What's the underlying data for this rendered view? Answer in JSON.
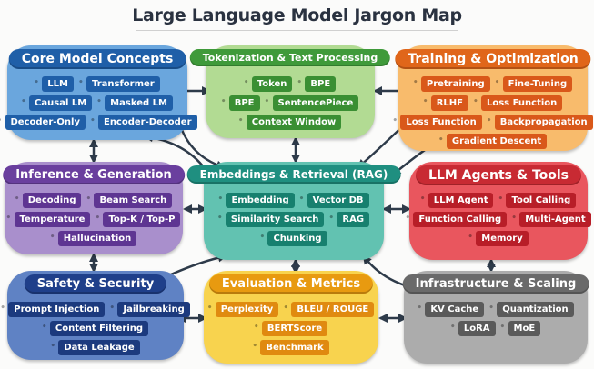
{
  "title": "Large Language Model Jargon Map",
  "clusters": [
    {
      "id": "core",
      "title": "Core Model Concepts",
      "bg": "#6aa6dd",
      "head": "#1f5fa8",
      "chip": "#1f5fa8",
      "rows": [
        [
          "LLM",
          "Transformer"
        ],
        [
          "Causal LM",
          "Masked LM"
        ],
        [
          "Decoder-Only",
          "Encoder-Decoder"
        ]
      ]
    },
    {
      "id": "token",
      "title": "Tokenization & Text Processing",
      "bg": "#b2db93",
      "head": "#3f9a3a",
      "chip": "#3a8f33",
      "rows": [
        [
          "Token",
          "BPE"
        ],
        [
          "BPE",
          "SentencePiece"
        ],
        [
          "Context Window"
        ]
      ]
    },
    {
      "id": "train",
      "title": "Training & Optimization",
      "bg": "#f8bb6c",
      "head": "#e0661a",
      "chip": "#d9581a",
      "rows": [
        [
          "Pretraining",
          "Fine-Tuning"
        ],
        [
          "RLHF",
          "Loss Function"
        ],
        [
          "Loss Function",
          "Backpropagation"
        ],
        [
          "Gradient Descent"
        ]
      ]
    },
    {
      "id": "infer",
      "title": "Inference & Generation",
      "bg": "#a98fcc",
      "head": "#6a3f9e",
      "chip": "#5e3592",
      "rows": [
        [
          "Decoding",
          "Beam Search"
        ],
        [
          "Temperature",
          "Top-K / Top-P"
        ],
        [
          "Hallucination"
        ]
      ]
    },
    {
      "id": "emb",
      "title": "Embeddings & Retrieval (RAG)",
      "bg": "#62c2b1",
      "head": "#1f8f80",
      "chip": "#17806f",
      "rows": [
        [
          "Embedding",
          "Vector DB"
        ],
        [
          "Similarity Search",
          "RAG"
        ],
        [
          "Chunking"
        ]
      ]
    },
    {
      "id": "agent",
      "title": "LLM Agents & Tools",
      "bg": "#e9565e",
      "head": "#c82a33",
      "chip": "#b81e28",
      "rows": [
        [
          "LLM Agent",
          "Tool Calling"
        ],
        [
          "Function Calling",
          "Multi-Agent"
        ],
        [
          "Memory"
        ]
      ]
    },
    {
      "id": "safety",
      "title": "Safety & Security",
      "bg": "#5f82c4",
      "head": "#1f3f8a",
      "chip": "#1c3a7e",
      "rows": [
        [
          "Prompt Injection",
          "Jailbreaking"
        ],
        [
          "Content Filtering"
        ],
        [
          "Data Leakage"
        ]
      ]
    },
    {
      "id": "eval",
      "title": "Evaluation & Metrics",
      "bg": "#f8d34e",
      "head": "#e89a10",
      "chip": "#e08a10",
      "rows": [
        [
          "Perplexity",
          "BLEU / ROUGE"
        ],
        [
          "BERTScore"
        ],
        [
          "Benchmark"
        ]
      ]
    },
    {
      "id": "infra",
      "title": "Infrastructure & Scaling",
      "bg": "#acacac",
      "head": "#6a6a6a",
      "chip": "#5a5a5a",
      "rows": [
        [
          "KV Cache",
          "Quantization"
        ],
        [
          "LoRA",
          "MoE"
        ]
      ]
    }
  ]
}
